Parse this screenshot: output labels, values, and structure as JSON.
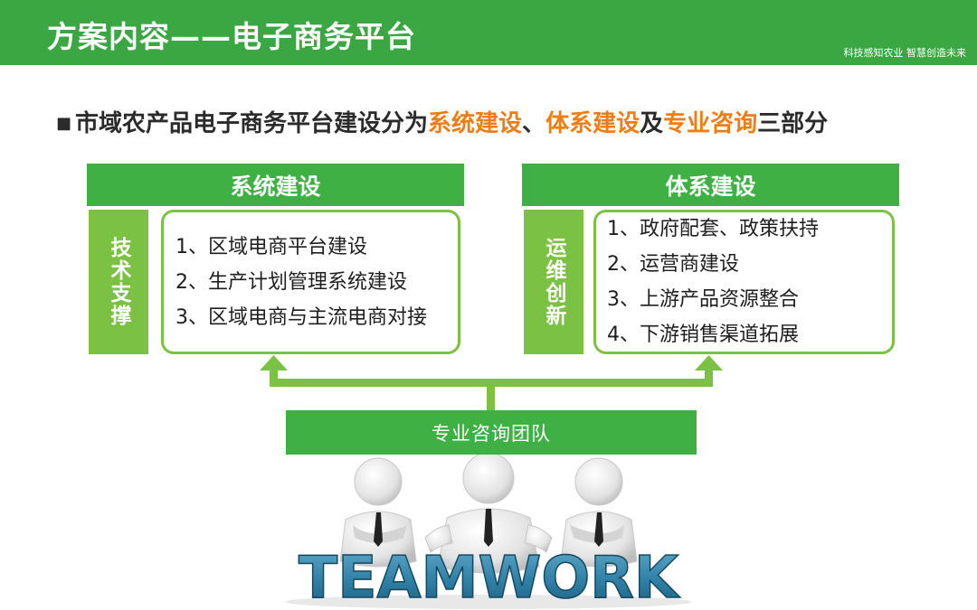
{
  "header": {
    "title": "方案内容——电子商务平台",
    "slogan": "科技感知农业  智慧创造未来"
  },
  "intro": {
    "bullet": "■",
    "prefix": "市域农产品电子商务平台建设分为",
    "highlight1": "系统建设",
    "sep1": "、",
    "highlight2": "体系建设",
    "sep2": "及",
    "highlight3": "专业咨询",
    "suffix": "三部分"
  },
  "system": {
    "title": "系统建设",
    "tag": "技术支撑",
    "items": [
      "1、区域电商平台建设",
      "2、生产计划管理系统建设",
      "3、区域电商与主流电商对接"
    ]
  },
  "framework": {
    "title": "体系建设",
    "tag": "运维创新",
    "items": [
      "1、政府配套、政策扶持",
      "2、运营商建设",
      "3、上游产品资源整合",
      "4、下游销售渠道拓展"
    ]
  },
  "team": {
    "label": "专业咨询团队",
    "image_text": "TEAMWORK"
  },
  "colors": {
    "header_green": "#3aa742",
    "bar_green": "#3fb044",
    "light_green": "#7bc144",
    "highlight_orange": "#f07d13"
  }
}
